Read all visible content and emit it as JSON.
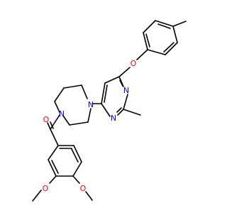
{
  "structure": {
    "atoms": {
      "ether_O": "O",
      "pyrimidine_N_top": "N",
      "pyrimidine_N_bottom": "N",
      "piperazine_N_right": "N",
      "piperazine_N_left": "N",
      "carbonyl_O": "O",
      "methoxy_O_left": "O",
      "methoxy_O_right": "O"
    },
    "colors": {
      "bond": "#000000",
      "oxygen": "#FF0000",
      "nitrogen": "#0000FF"
    }
  }
}
